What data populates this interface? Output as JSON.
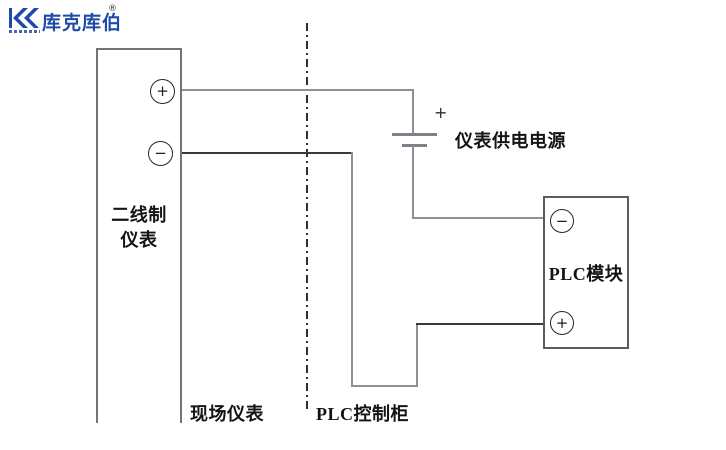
{
  "canvas": {
    "background": "#ffffff"
  },
  "logo": {
    "brand_text": "库克库伯",
    "registered_mark": "®",
    "brand_color": "#1e4ba8"
  },
  "diagram": {
    "field_instrument": {
      "name_line1": "二线制",
      "name_line2": "仪表",
      "plus": "+",
      "minus": "−"
    },
    "power_supply": {
      "label": "仪表供电电源",
      "polarity": "+"
    },
    "plc_module": {
      "label": "PLC模块",
      "minus": "−",
      "plus": "+"
    },
    "zones": {
      "left_label": "现场仪表",
      "right_label": "PLC控制柜"
    },
    "colors": {
      "wire_gray": "#8f8f97",
      "wire_dark": "#3a3a3a",
      "box_border": "#73737b",
      "divider": "#2e2e2e"
    }
  }
}
